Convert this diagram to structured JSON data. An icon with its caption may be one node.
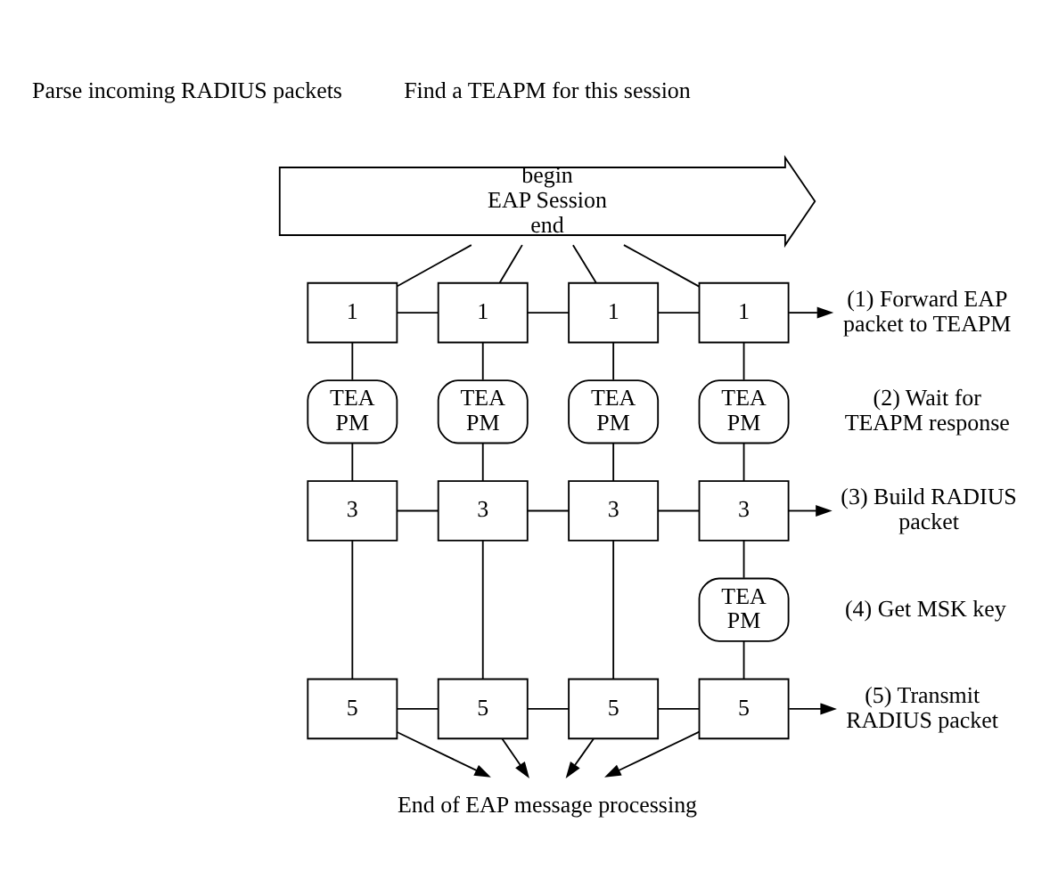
{
  "diagram": {
    "nodes": [
      {
        "text": [
          "begin",
          "EAP Session",
          "end"
        ]
      },
      {
        "text": [
          "1"
        ]
      },
      {
        "text": [
          "1"
        ]
      },
      {
        "text": [
          "1"
        ]
      },
      {
        "text": [
          "1"
        ]
      },
      {
        "text": [
          "TEA PM"
        ]
      },
      {
        "text": [
          "TEA PM"
        ]
      },
      {
        "text": [
          "TEA PM"
        ]
      },
      {
        "text": [
          "TEA PM"
        ]
      },
      {
        "text": [
          "3"
        ]
      },
      {
        "text": [
          "3"
        ]
      },
      {
        "text": [
          "3"
        ]
      },
      {
        "text": [
          "3"
        ]
      },
      {
        "text": [
          "TEA PM"
        ]
      },
      {
        "text": [
          "5"
        ]
      },
      {
        "text": [
          "5"
        ]
      },
      {
        "text": [
          "5"
        ]
      },
      {
        "text": [
          "5"
        ]
      },
      {
        "text": [
          "End of EAP message processing"
        ]
      },
      {
        "text": [
          "(1) Forward EAP packet to TEAPM"
        ]
      },
      {
        "text": [
          "(3) Build RADIUS packet"
        ]
      },
      {
        "text": [
          "(5) Transmit RADIUS packet"
        ]
      }
    ],
    "edges": [
      {
        "from": 0,
        "to": 1,
        "arrow": "none"
      },
      {
        "from": 0,
        "to": 2,
        "arrow": "none"
      },
      {
        "from": 0,
        "to": 3,
        "arrow": "none"
      },
      {
        "from": 0,
        "to": 4,
        "arrow": "none"
      },
      {
        "from": 1,
        "to": 2,
        "arrow": "none"
      },
      {
        "from": 2,
        "to": 3,
        "arrow": "none"
      },
      {
        "from": 3,
        "to": 4,
        "arrow": "none"
      },
      {
        "from": 4,
        "to": 19,
        "arrow": "to"
      },
      {
        "from": 1,
        "to": 5,
        "arrow": "none"
      },
      {
        "from": 2,
        "to": 6,
        "arrow": "none"
      },
      {
        "from": 3,
        "to": 7,
        "arrow": "none"
      },
      {
        "from": 4,
        "to": 8,
        "arrow": "none"
      },
      {
        "from": 5,
        "to": 9,
        "arrow": "none"
      },
      {
        "from": 6,
        "to": 10,
        "arrow": "none"
      },
      {
        "from": 7,
        "to": 11,
        "arrow": "none"
      },
      {
        "from": 8,
        "to": 12,
        "arrow": "none"
      },
      {
        "from": 9,
        "to": 10,
        "arrow": "none"
      },
      {
        "from": 10,
        "to": 11,
        "arrow": "none"
      },
      {
        "from": 11,
        "to": 12,
        "arrow": "none"
      },
      {
        "from": 12,
        "to": 20,
        "arrow": "to"
      },
      {
        "from": 9,
        "to": 14,
        "arrow": "none"
      },
      {
        "from": 10,
        "to": 15,
        "arrow": "none"
      },
      {
        "from": 11,
        "to": 16,
        "arrow": "none"
      },
      {
        "from": 12,
        "to": 13,
        "arrow": "none"
      },
      {
        "from": 13,
        "to": 17,
        "arrow": "none"
      },
      {
        "from": 14,
        "to": 15,
        "arrow": "none"
      },
      {
        "from": 15,
        "to": 16,
        "arrow": "none"
      },
      {
        "from": 16,
        "to": 17,
        "arrow": "none"
      },
      {
        "from": 17,
        "to": 21,
        "arrow": "to"
      },
      {
        "from": 14,
        "to": 18,
        "arrow": "to"
      },
      {
        "from": 15,
        "to": 18,
        "arrow": "to"
      },
      {
        "from": 16,
        "to": 18,
        "arrow": "to"
      },
      {
        "from": 17,
        "to": 18,
        "arrow": "to"
      }
    ],
    "labels": [
      "Parse incoming RADIUS packets",
      "Find a TEAPM for this session",
      "(2) Wait for TEAPM response",
      "(4) Get MSK key"
    ]
  }
}
